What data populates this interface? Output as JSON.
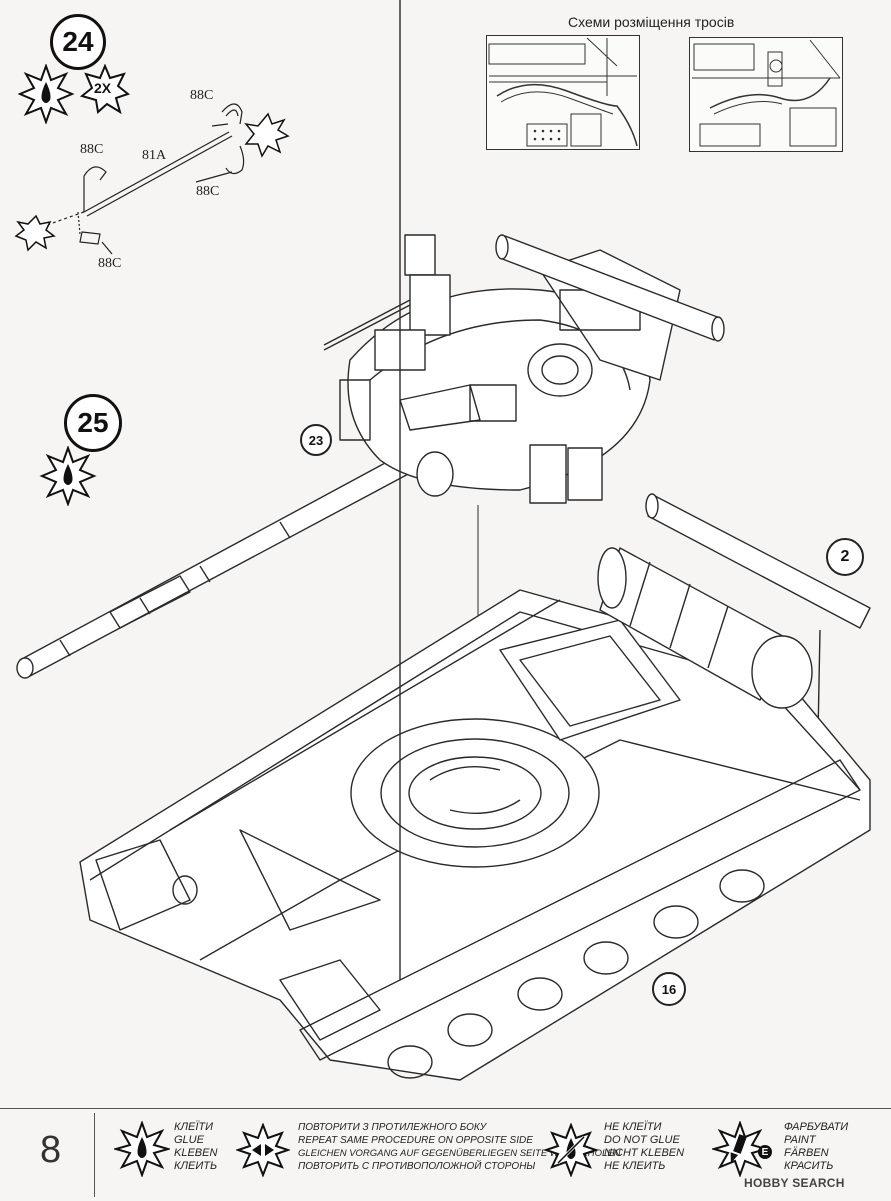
{
  "steps": {
    "step24": {
      "number": "24",
      "multiplier": "2X"
    },
    "step25": {
      "number": "25"
    }
  },
  "parts": {
    "p88c_a": "88C",
    "p88c_b": "88C",
    "p88c_c": "88C",
    "p88c_d": "88C",
    "p81a": "81A"
  },
  "callouts": {
    "c23": "23",
    "c2": "2",
    "c16": "16"
  },
  "diagram": {
    "title": "Схеми розміщення тросів"
  },
  "legend": {
    "page_number": "8",
    "glue": [
      "КЛЕЇТИ",
      "GLUE",
      "KLEBEN",
      "КЛЕИТЬ"
    ],
    "repeat": [
      "ПОВТОРИТИ З ПРОТИЛЕЖНОГО БОКУ",
      "REPEAT SAME PROCEDURE ON OPPOSITE SIDE",
      "GLEICHEN VORGANG AUF GEGENÜBERLIEGEN SEITE WIEDERHOLEN",
      "ПОВТОРИТЬ С ПРОТИВОПОЛОЖНОЙ СТОРОНЫ"
    ],
    "no_glue": [
      "НЕ КЛЕЇТИ",
      "DO NOT GLUE",
      "NICHT KLEBEN",
      "НЕ КЛЕИТЬ"
    ],
    "paint": [
      "ФАРБУВАТИ",
      "PAINT",
      "FÄRBEN",
      "КРАСИТЬ"
    ],
    "paint_badge": "E"
  },
  "watermark": "HOBBY SEARCH"
}
